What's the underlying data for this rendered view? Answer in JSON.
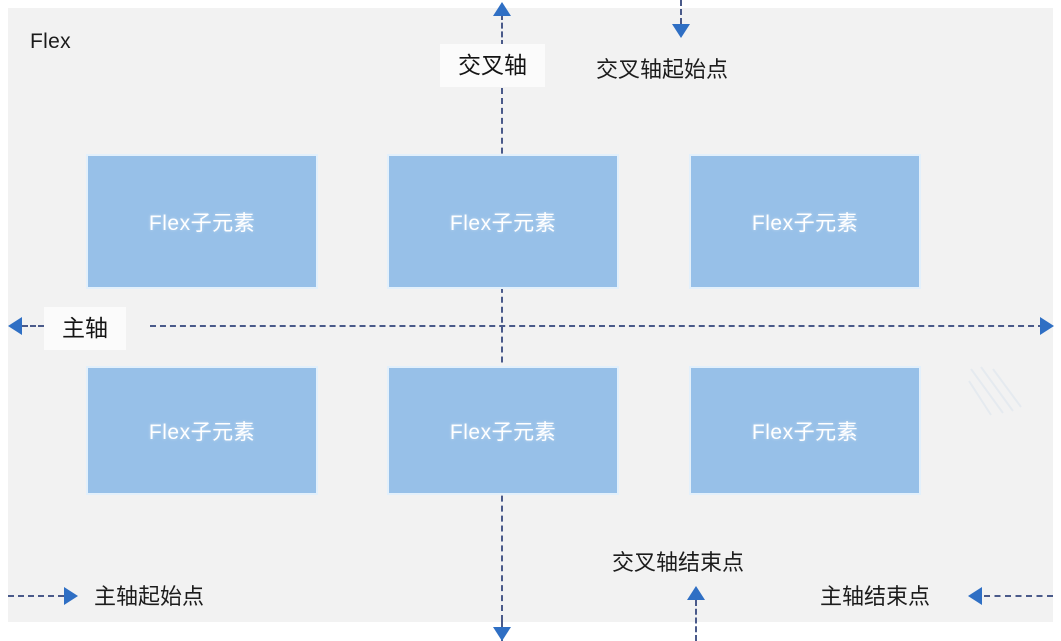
{
  "diagram": {
    "title": "Flex",
    "container_label": "Flex",
    "colors": {
      "container_bg": "#f2f2f2",
      "item_bg": "#97c0e8",
      "item_outline": "#e3f0fb",
      "item_text": "#ffffff",
      "axis_line": "#4a5a8a",
      "arrow": "#2f6fc4",
      "chip_bg": "#fbfbfb",
      "label_text": "#1c1c1c"
    },
    "items": [
      {
        "label": "Flex子元素",
        "row": 1,
        "col": 1
      },
      {
        "label": "Flex子元素",
        "row": 1,
        "col": 2
      },
      {
        "label": "Flex子元素",
        "row": 1,
        "col": 3
      },
      {
        "label": "Flex子元素",
        "row": 2,
        "col": 1
      },
      {
        "label": "Flex子元素",
        "row": 2,
        "col": 2
      },
      {
        "label": "Flex子元素",
        "row": 2,
        "col": 3
      }
    ],
    "axes": {
      "cross_axis": "交叉轴",
      "main_axis": "主轴",
      "cross_axis_start": "交叉轴起始点",
      "cross_axis_end": "交叉轴结束点",
      "main_axis_start": "主轴起始点",
      "main_axis_end": "主轴结束点"
    }
  }
}
